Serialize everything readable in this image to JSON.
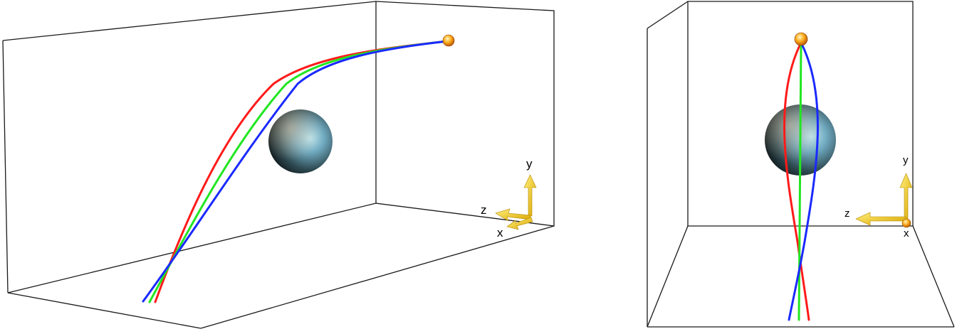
{
  "colors": {
    "trajectory_red": "#ff1a1a",
    "trajectory_green": "#22e622",
    "trajectory_blue": "#1a2aff",
    "axis_arrow": "#f2c200",
    "box_edge": "#1a1a1a",
    "source_ball": "#ffb020",
    "central_sphere": "#4f8fa6"
  },
  "views": [
    {
      "axes": {
        "x": "x",
        "y": "y",
        "z": "z"
      },
      "icons": [
        "source-ball-icon",
        "central-sphere-icon",
        "axis-triad-icon"
      ]
    },
    {
      "axes": {
        "x": "x",
        "y": "y",
        "z": "z"
      },
      "icons": [
        "source-ball-icon",
        "central-sphere-icon",
        "axis-triad-icon"
      ]
    }
  ]
}
